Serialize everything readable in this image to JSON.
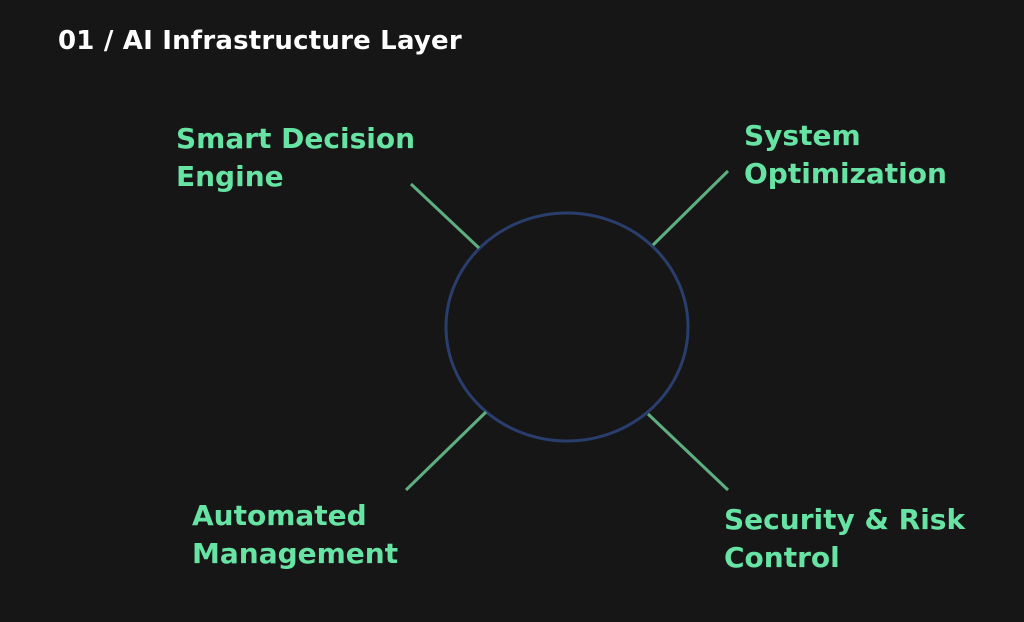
{
  "title": "01 / AI Infrastructure Layer",
  "colors": {
    "background": "#161616",
    "title": "#ffffff",
    "label": "#67e3a4",
    "connector": "#5fae80",
    "circle": "#2a3e6e"
  },
  "nodes": {
    "top_left": {
      "lines": [
        "Smart Decision",
        "Engine"
      ]
    },
    "top_right": {
      "lines": [
        "System",
        "Optimization"
      ]
    },
    "bottom_left": {
      "lines": [
        "Automated",
        "Management"
      ]
    },
    "bottom_right": {
      "lines": [
        "Security & Risk",
        "Control"
      ]
    }
  }
}
